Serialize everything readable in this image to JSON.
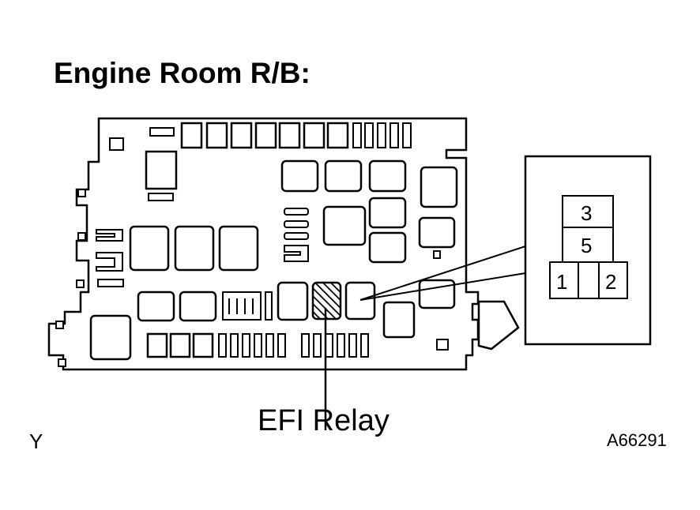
{
  "title": "Engine Room R/B:",
  "callout_label": "EFI Relay",
  "corner_left": "Y",
  "corner_right": "A66291",
  "connector_pins": {
    "top": "3",
    "middle": "5",
    "left": "1",
    "right": "2"
  },
  "colors": {
    "ink": "#000000",
    "paper": "#ffffff"
  }
}
